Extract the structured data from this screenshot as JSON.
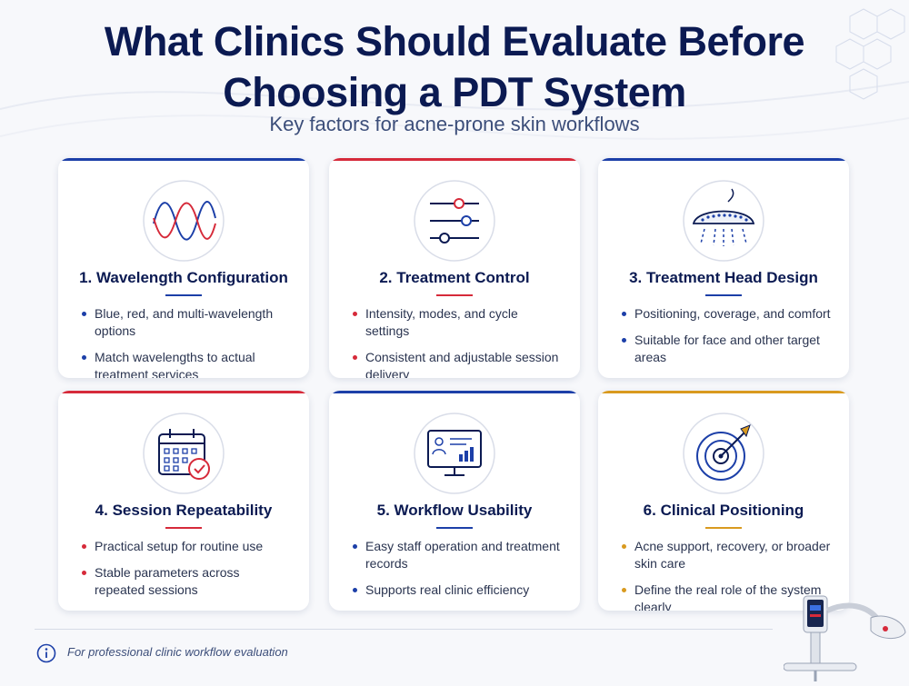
{
  "title_line1": "What Clinics Should Evaluate Before",
  "title_line2": "Choosing a PDT System",
  "subtitle": "Key factors for acne-prone skin workflows",
  "colors": {
    "blue": "#1c3fa8",
    "red": "#d62a3a",
    "gold": "#d99a1f",
    "navy": "#0b1a52"
  },
  "cards": [
    {
      "title": "1. Wavelength Configuration",
      "accent": "#1c3fa8",
      "icon": "wave-icon",
      "bullets": [
        "Blue, red, and multi-wavelength options",
        "Match wavelengths to actual treatment services"
      ]
    },
    {
      "title": "2. Treatment Control",
      "accent": "#d62a3a",
      "icon": "sliders-icon",
      "bullets": [
        "Intensity, modes, and cycle settings",
        "Consistent and adjustable session delivery"
      ]
    },
    {
      "title": "3. Treatment Head Design",
      "accent": "#1c3fa8",
      "icon": "treatment-head-icon",
      "bullets": [
        "Positioning, coverage, and comfort",
        "Suitable for face and other target areas"
      ]
    },
    {
      "title": "4. Session Repeatability",
      "accent": "#d62a3a",
      "icon": "calendar-check-icon",
      "bullets": [
        "Practical setup for routine use",
        "Stable parameters across repeated sessions"
      ]
    },
    {
      "title": "5. Workflow Usability",
      "accent": "#1c3fa8",
      "icon": "monitor-dashboard-icon",
      "bullets": [
        "Easy staff operation and treatment records",
        "Supports real clinic efficiency"
      ]
    },
    {
      "title": "6. Clinical Positioning",
      "accent": "#d99a1f",
      "icon": "target-icon",
      "bullets": [
        "Acne support, recovery, or broader skin care",
        "Define the real role of the system clearly"
      ]
    }
  ],
  "footer": {
    "text": "For professional clinic workflow evaluation",
    "icon": "info-icon"
  }
}
